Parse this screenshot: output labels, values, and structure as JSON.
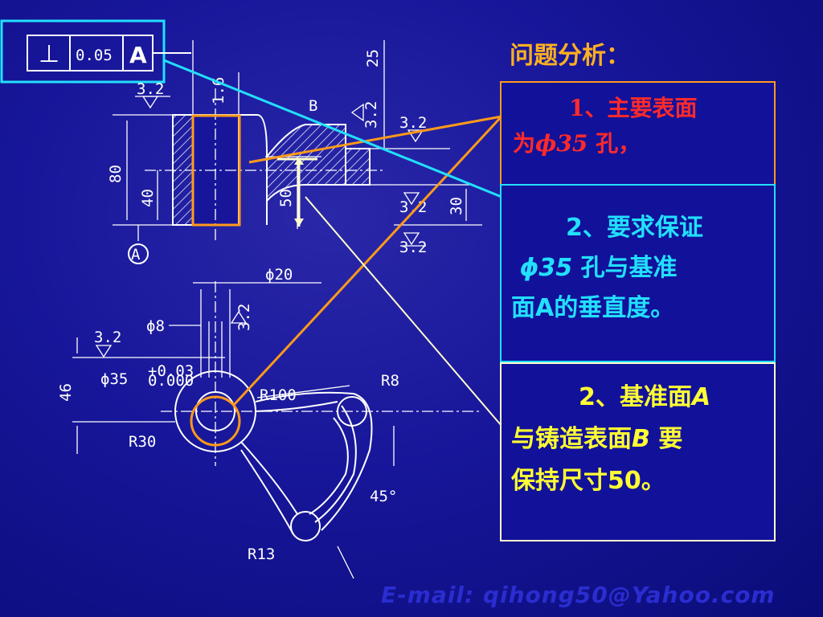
{
  "title": "问题分析：",
  "tolerance_frame": {
    "symbol": "⊥",
    "value": "0.05",
    "datum": "A"
  },
  "dimensions": {
    "d25": "25",
    "d1_6": "1.6",
    "d3_2": "3.2",
    "dB": "B",
    "d80": "80",
    "d40": "40",
    "d50": "50",
    "d30": "30",
    "datumA": "A",
    "d_phi20": "ϕ20",
    "d_phi8": "ϕ8",
    "d46": "46",
    "d_phi35": "ϕ35",
    "d_tol_upper": "+0.03",
    "d_tol_lower": "0.000",
    "dR100": "R100",
    "dR8": "R8",
    "dR30": "R30",
    "d45": "45°",
    "dR13": "R13"
  },
  "notes": {
    "box1": {
      "prefix": "1、主要表面",
      "line2a": "为",
      "phi": "ϕ35",
      "line2b": " 孔，"
    },
    "box2": {
      "line1": "2、要求保证",
      "phi": "ϕ35",
      "line2b": " 孔与基准",
      "line3": "面A的垂直度。"
    },
    "box3": {
      "line1a": "2、基准面",
      "line1b": "A",
      "line2a": "与铸造表面",
      "line2b": "B",
      "line2c": " 要",
      "line3": "保持尺寸50。"
    }
  },
  "footer_email": "E-mail: qihong50@Yahoo.com",
  "colors": {
    "background": "#17169a",
    "orange": "#ff9a1a",
    "cyan": "#22e0ff",
    "yellow": "#ffff33",
    "red": "#ff2a2a"
  }
}
